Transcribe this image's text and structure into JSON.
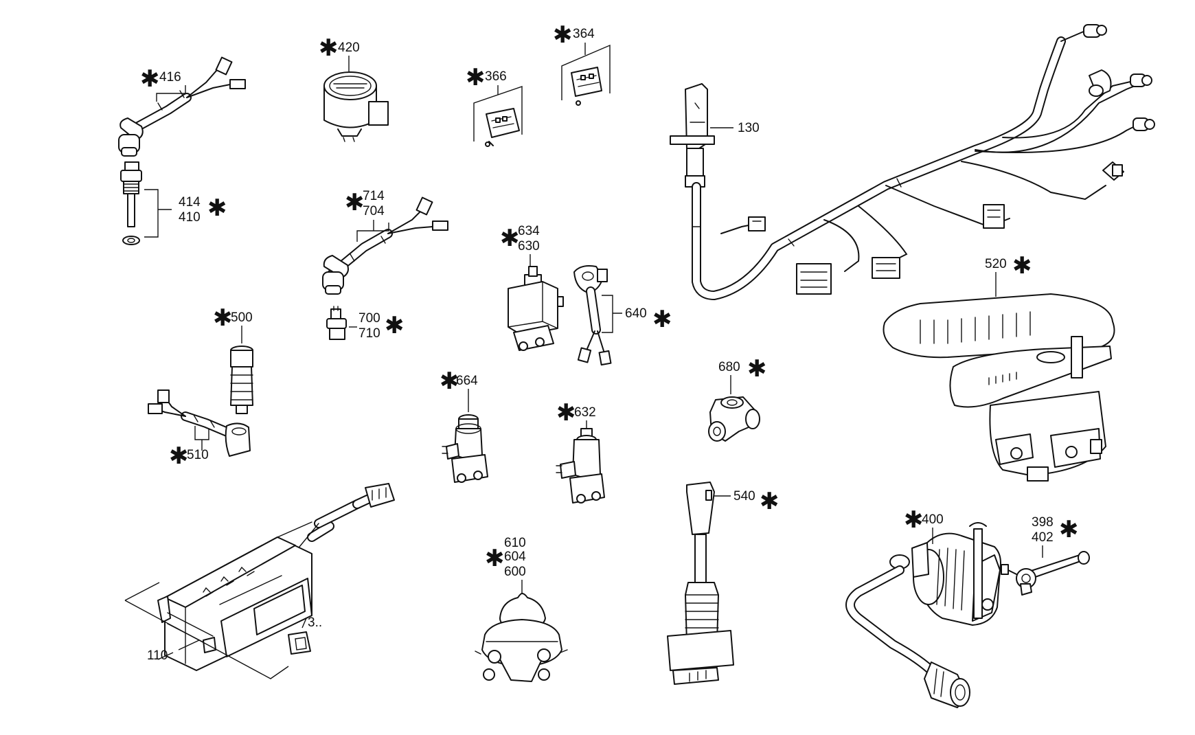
{
  "callouts": {
    "c416": "416",
    "c420": "420",
    "c366": "366",
    "c364": "364",
    "c130": "130",
    "c414": "414",
    "c410": "410",
    "c714": "714",
    "c704": "704",
    "c634": "634",
    "c630": "630",
    "c640": "640",
    "c700": "700",
    "c710": "710",
    "c500": "500",
    "c510": "510",
    "c664": "664",
    "c632": "632",
    "c680": "680",
    "c520": "520",
    "c540": "540",
    "c610": "610",
    "c604": "604",
    "c600": "600",
    "c400": "400",
    "c398": "398",
    "c402": "402",
    "c110": "110",
    "c3": "3.."
  },
  "marker": "✱"
}
